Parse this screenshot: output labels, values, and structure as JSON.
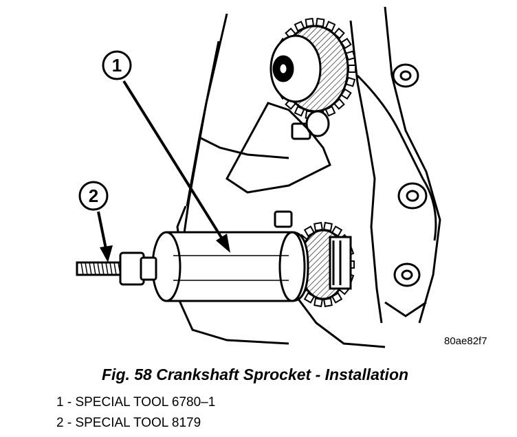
{
  "figure": {
    "id": "80ae82f7",
    "caption": "Fig. 58 Crankshaft Sprocket - Installation"
  },
  "callouts": [
    {
      "number": "1"
    },
    {
      "number": "2"
    }
  ],
  "legend": [
    {
      "number": "1",
      "text": "1 - SPECIAL TOOL 6780–1"
    },
    {
      "number": "2",
      "text": "2 - SPECIAL TOOL 8179"
    }
  ]
}
